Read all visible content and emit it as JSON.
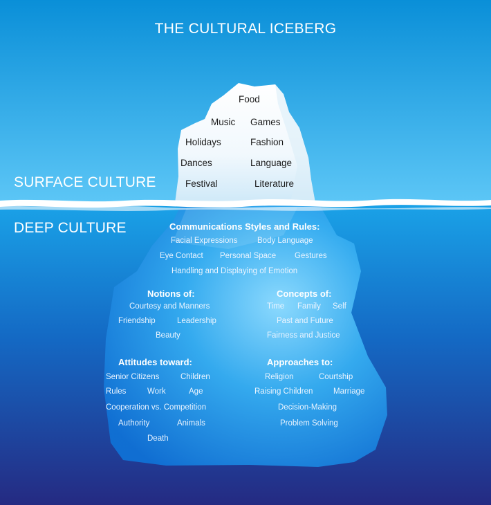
{
  "title": "THE CULTURAL ICEBERG",
  "surface": {
    "label": "SURFACE CULTURE",
    "items": [
      "Food",
      "Music",
      "Games",
      "Holidays",
      "Fashion",
      "Dances",
      "Language",
      "Festival",
      "Literature"
    ]
  },
  "deep": {
    "label": "DEEP CULTURE",
    "communication": {
      "heading": "Communications Styles and Rules:",
      "items": [
        "Facial Expressions",
        "Body Language",
        "Eye Contact",
        "Personal Space",
        "Gestures",
        "Handling and Displaying of Emotion"
      ]
    },
    "notions": {
      "heading": "Notions of:",
      "items": [
        "Courtesy and Manners",
        "Friendship",
        "Leadership",
        "Beauty"
      ]
    },
    "concepts": {
      "heading": "Concepts of:",
      "items": [
        "Time",
        "Family",
        "Self",
        "Past and Future",
        "Fairness and Justice"
      ]
    },
    "attitudes": {
      "heading": "Attitudes toward:",
      "items": [
        "Senior Citizens",
        "Children",
        "Rules",
        "Work",
        "Age",
        "Cooperation vs. Competition",
        "Authority",
        "Animals",
        "Death"
      ]
    },
    "approaches": {
      "heading": "Approaches to:",
      "items": [
        "Religion",
        "Courtship",
        "Raising Children",
        "Marriage",
        "Decision-Making",
        "Problem Solving"
      ]
    }
  },
  "colors": {
    "sky_top": "#0a8fd8",
    "sky_bottom": "#5cc6f6",
    "water_top": "#1aa3e8",
    "water_bottom": "#252a82",
    "ice_tip": "#ffffff",
    "ice_underwater": "#3fb4f4"
  }
}
